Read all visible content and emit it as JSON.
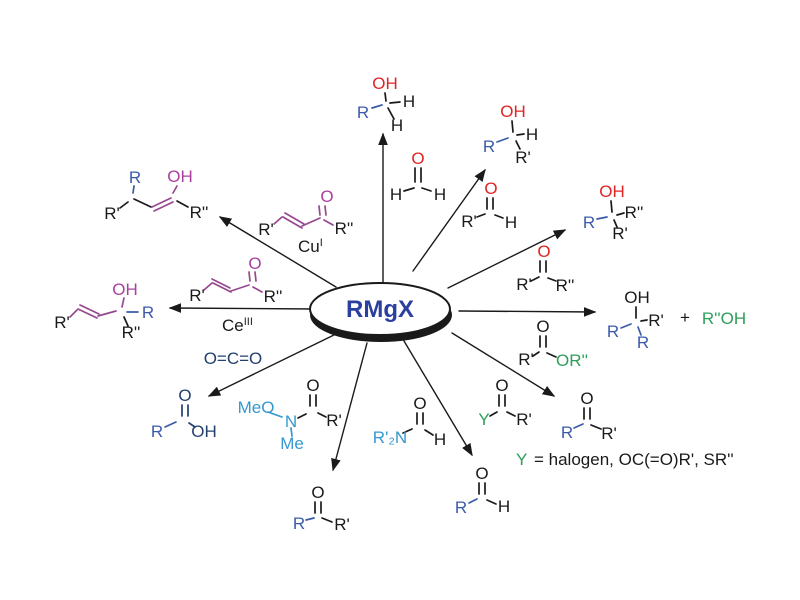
{
  "center": {
    "label": "RMgX"
  },
  "colors": {
    "red": "#e02424",
    "blue": "#3b5ba9",
    "center_blue": "#2b3f9e",
    "light_blue": "#3598ce",
    "green": "#2e9e5b",
    "magenta": "#aa3f9e",
    "purple": "#96488f",
    "dark_navy": "#23406e",
    "ink": "#1a1a1a"
  },
  "structures": {
    "primary_alcohol": {
      "OH": "OH",
      "R": "R",
      "H1": "H",
      "H2": "H"
    },
    "formaldehyde": {
      "O": "O",
      "H1": "H",
      "H2": "H"
    },
    "secondary_alcohol": {
      "OH": "OH",
      "R": "R",
      "H": "H",
      "R1": "R'"
    },
    "aldehyde_reagent": {
      "O": "O",
      "R1": "R'",
      "H": "H"
    },
    "tertiary_alcohol": {
      "OH": "OH",
      "R": "R",
      "R1": "R'",
      "R2": "R''"
    },
    "ketone_reagent": {
      "O": "O",
      "R1": "R'",
      "R2": "R''"
    },
    "ester_product": {
      "OH": "OH",
      "Ra": "R",
      "Rb": "R",
      "R1": "R'",
      "plus": "+",
      "byproduct": "R''OH"
    },
    "ester_reagent": {
      "O": "O",
      "R1": "R'",
      "OR2": "OR''"
    },
    "acyl_reagent": {
      "O": "O",
      "Y": "Y",
      "R1": "R'"
    },
    "acyl_ketone_product": {
      "O": "O",
      "R": "R",
      "R1": "R'"
    },
    "y_note": {
      "Y": "Y",
      "rest": "= halogen, OC(=O)R', SR''"
    },
    "formamide_reagent": {
      "O": "O",
      "N": "R'₂N",
      "H": "H"
    },
    "aldehyde_product": {
      "O": "O",
      "R": "R",
      "H": "H"
    },
    "weinreb_reagent": {
      "MeO": "MeO",
      "N": "N",
      "Me": "Me",
      "O": "O",
      "R1": "R'"
    },
    "weinreb_ketone_product": {
      "O": "O",
      "R": "R",
      "R1": "R'"
    },
    "co2_reagent": {
      "formula": "O=C=O"
    },
    "carboxylic_acid": {
      "O": "O",
      "R": "R",
      "OH": "OH"
    },
    "enone_ce_reagent": {
      "O": "O",
      "R1": "R'",
      "R2": "R''"
    },
    "ce_catalyst": {
      "element": "Ce",
      "oxidation": "III"
    },
    "allylic_alcohol_product": {
      "OH": "OH",
      "R": "R",
      "R1": "R'",
      "R2": "R''"
    },
    "enone_cu_reagent": {
      "O": "O",
      "R1": "R'",
      "R2": "R''"
    },
    "cu_catalyst": {
      "element": "Cu",
      "oxidation": "I"
    },
    "enol_product": {
      "OH": "OH",
      "R": "R",
      "R1": "R'",
      "R2": "R''"
    }
  }
}
